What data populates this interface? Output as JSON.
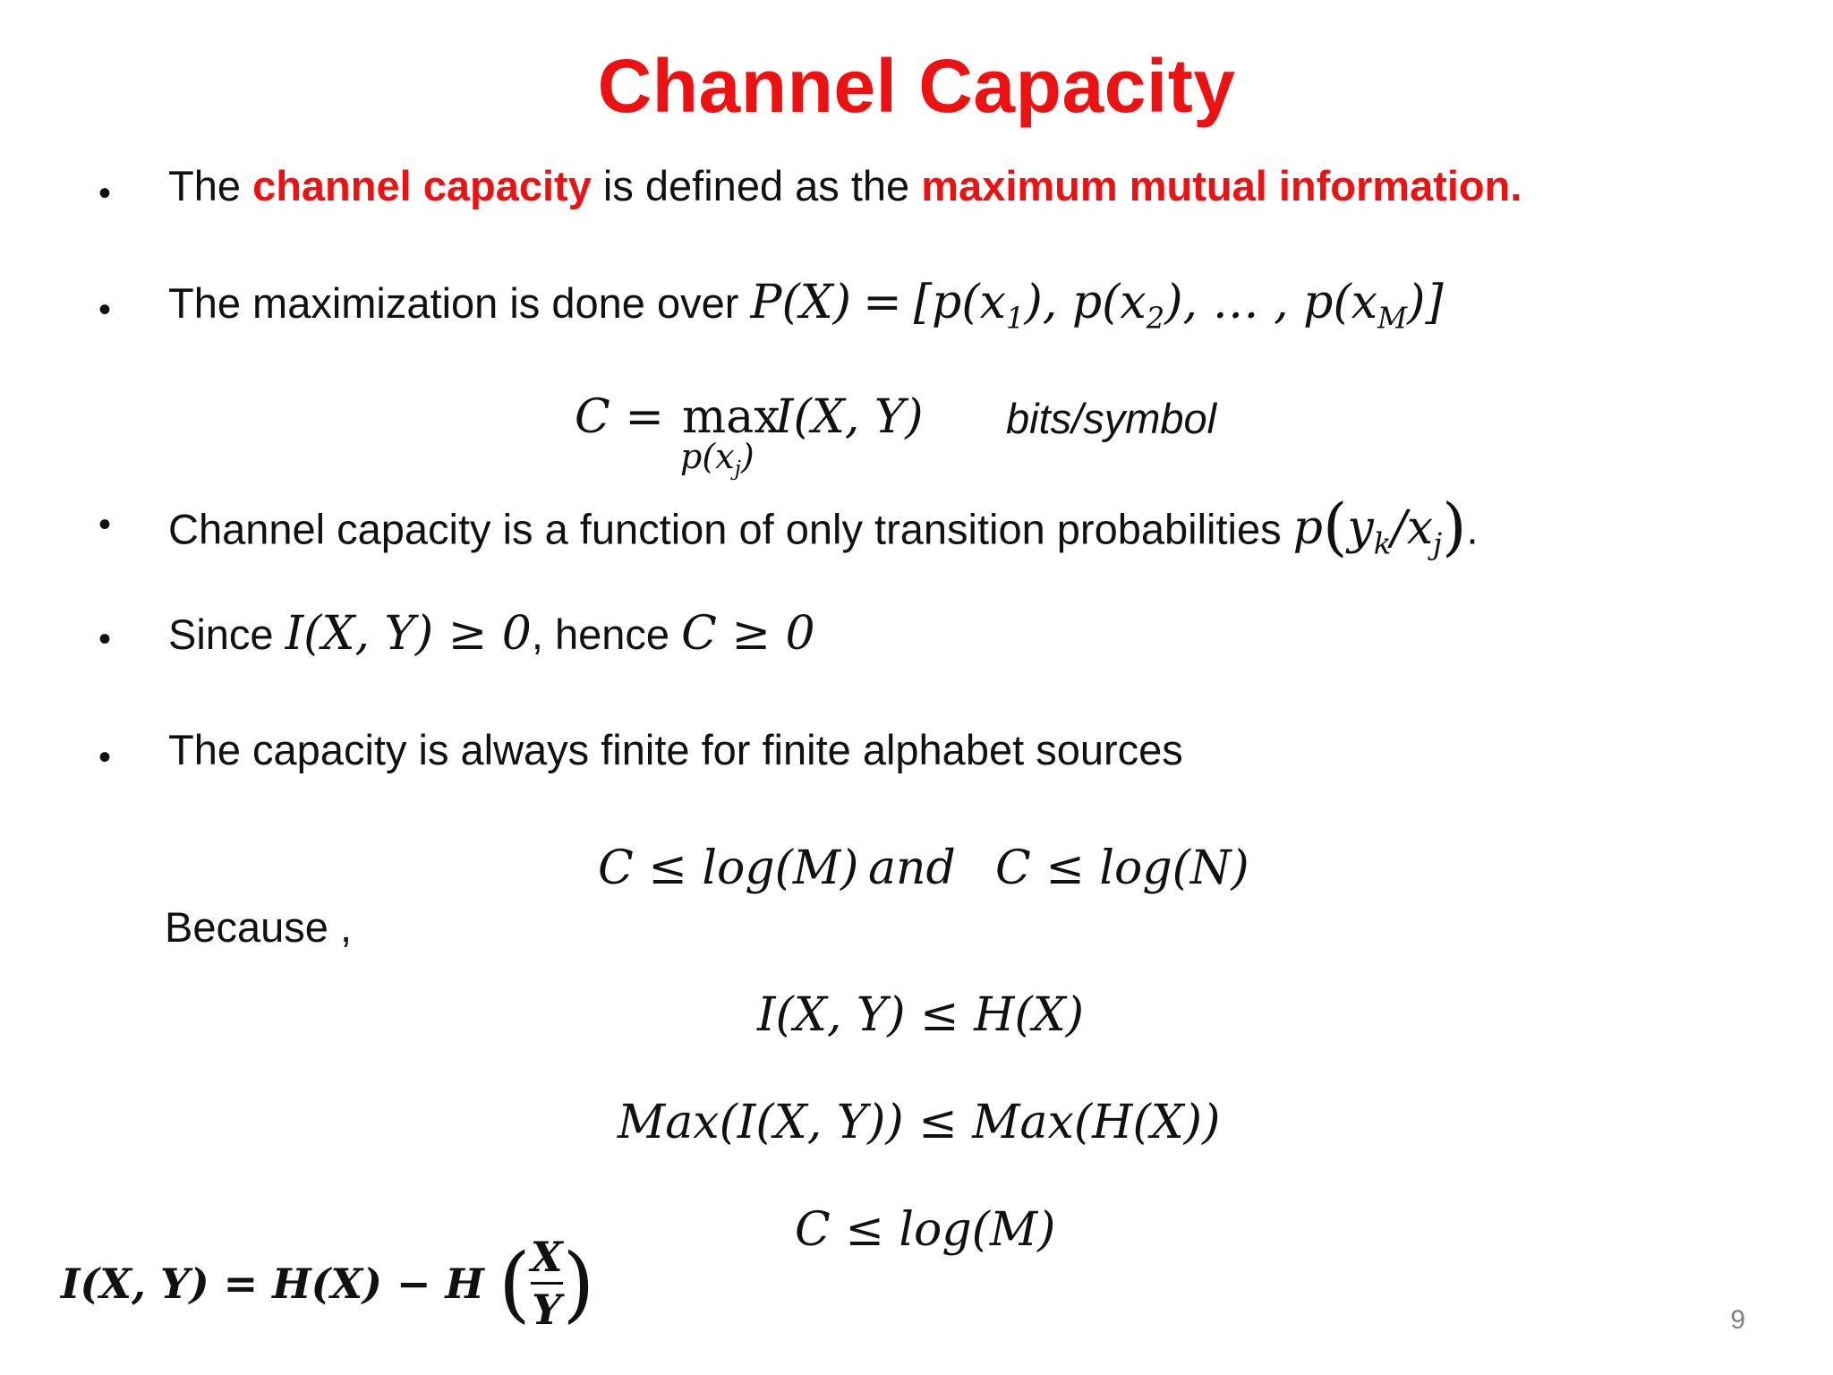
{
  "slide": {
    "title": "Channel Capacity",
    "page_number": "9"
  },
  "bullets": {
    "b1": {
      "pre": "The",
      "em1": "channel capacity",
      "mid": "is defined as the",
      "em2": "maximum mutual information."
    },
    "b2": {
      "text": "The maximization is done over",
      "math_lhs": "P(X)",
      "math_eq": "=",
      "math_rhs_a": "[p(x",
      "sub1": "1",
      "math_rhs_b": "), p(x",
      "sub2": "2",
      "math_rhs_c": "), … , p(x",
      "subM": "M",
      "math_rhs_d": ")]"
    },
    "b3": {
      "text": "Channel capacity is a function of only transition probabilities",
      "math_p": "p",
      "math_y": "y",
      "sub_k": "k",
      "math_slash_x": "/x",
      "sub_j": "j",
      "end": "."
    },
    "b4": {
      "pre": "Since",
      "math1": "I(X, Y) ≥ 0",
      "mid": ", hence",
      "math2": "C ≥ 0"
    },
    "b5": {
      "text": "The capacity is always finite for finite alphabet sources"
    }
  },
  "equations": {
    "capacity": {
      "lhs": "C =",
      "op": "max",
      "under": "p(x",
      "under_sub": "j",
      "under_close": ")",
      "rhs": "I(X, Y)",
      "unit": "bits/symbol"
    },
    "bounds": {
      "left": "C ≤ log(M)",
      "and": "and",
      "right": "C ≤ log(N)"
    },
    "because_label": "Because ,",
    "step1": "I(X, Y) ≤ H(X)",
    "step2": "Max(I(X, Y)) ≤ Max(H(X))",
    "step3": "C ≤ log(M)",
    "mutual_info": {
      "lhs": "I(X, Y) = H(X) − H",
      "num": "X",
      "den": "Y"
    }
  }
}
